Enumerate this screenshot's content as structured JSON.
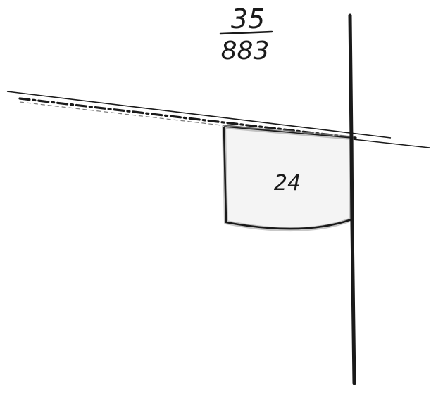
{
  "parcel_reference": {
    "numerator": "35",
    "denominator": "883"
  },
  "parcel_label": "24",
  "colors": {
    "ink": "#1a1a1a",
    "parcel_fill": "#f4f4f4",
    "parcel_edge_shade": "#9a9a9a",
    "background": "#ffffff"
  }
}
